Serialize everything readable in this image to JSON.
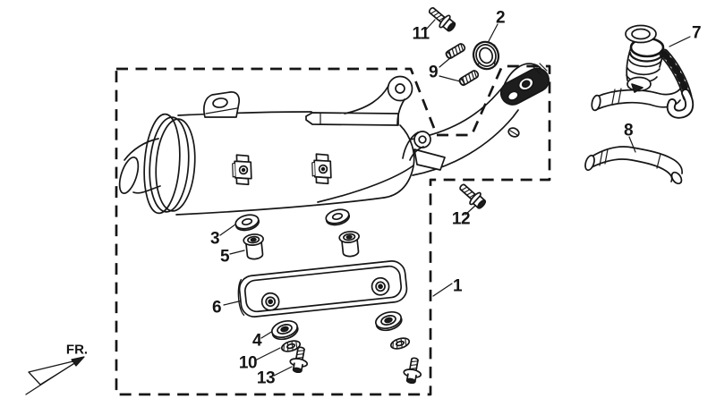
{
  "colors": {
    "line": "#161616",
    "background": "#ffffff",
    "dark_fill": "#1d1d1d"
  },
  "fr_indicator": {
    "label": "FR."
  },
  "callouts": [
    {
      "label": "1"
    },
    {
      "label": "2"
    },
    {
      "label": "3"
    },
    {
      "label": "4"
    },
    {
      "label": "5"
    },
    {
      "label": "6"
    },
    {
      "label": "7"
    },
    {
      "label": "8"
    },
    {
      "label": "9"
    },
    {
      "label": "10"
    },
    {
      "label": "11"
    },
    {
      "label": "12"
    },
    {
      "label": "13"
    }
  ]
}
